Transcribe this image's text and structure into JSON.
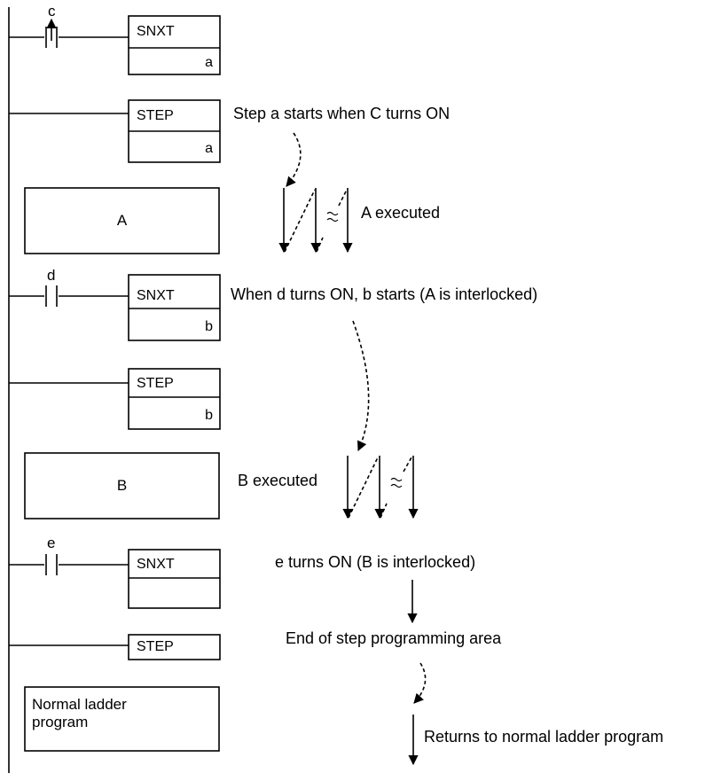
{
  "rungs": [
    {
      "contact": "c",
      "instruction": "SNXT",
      "operand": "a"
    },
    {
      "instruction": "STEP",
      "operand": "a"
    },
    {
      "block": "A"
    },
    {
      "contact": "d",
      "instruction": "SNXT",
      "operand": "b"
    },
    {
      "instruction": "STEP",
      "operand": "b"
    },
    {
      "block": "B"
    },
    {
      "contact": "e",
      "instruction": "SNXT",
      "operand": ""
    },
    {
      "instruction": "STEP"
    },
    {
      "block": "Normal ladder\nprogram"
    }
  ],
  "notes": {
    "step_a_starts": "Step a starts when C turns ON",
    "a_executed": "A executed",
    "b_starts": "When d turns ON, b starts (A is interlocked)",
    "b_executed": "B executed",
    "e_on": "e turns ON (B is interlocked)",
    "end_area": "End of step programming area",
    "returns": "Returns to normal ladder program"
  }
}
